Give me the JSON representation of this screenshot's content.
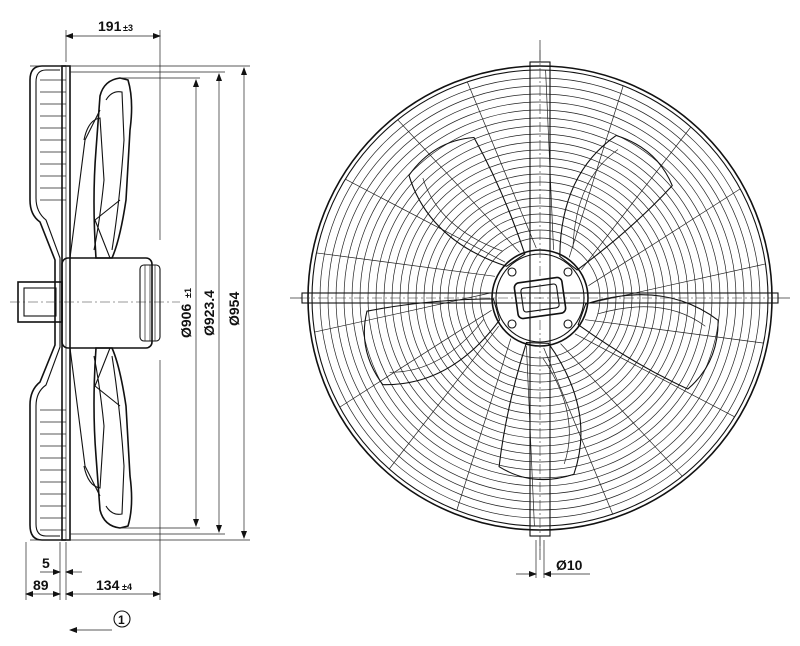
{
  "dimensions": {
    "depth": {
      "value": "191",
      "tol": "±3"
    },
    "offset_5": {
      "value": "5"
    },
    "offset_89": {
      "value": "89"
    },
    "depth_134": {
      "value": "134",
      "tol": "±4"
    },
    "dia_906": {
      "value": "Ø906",
      "tol": "±1"
    },
    "dia_923": {
      "value": "Ø923.4"
    },
    "dia_954": {
      "value": "Ø954"
    },
    "hole_dia": {
      "value": "Ø10"
    }
  },
  "airflow_marker": {
    "label": "1"
  },
  "colors": {
    "line": "#111111",
    "background": "#ffffff"
  }
}
